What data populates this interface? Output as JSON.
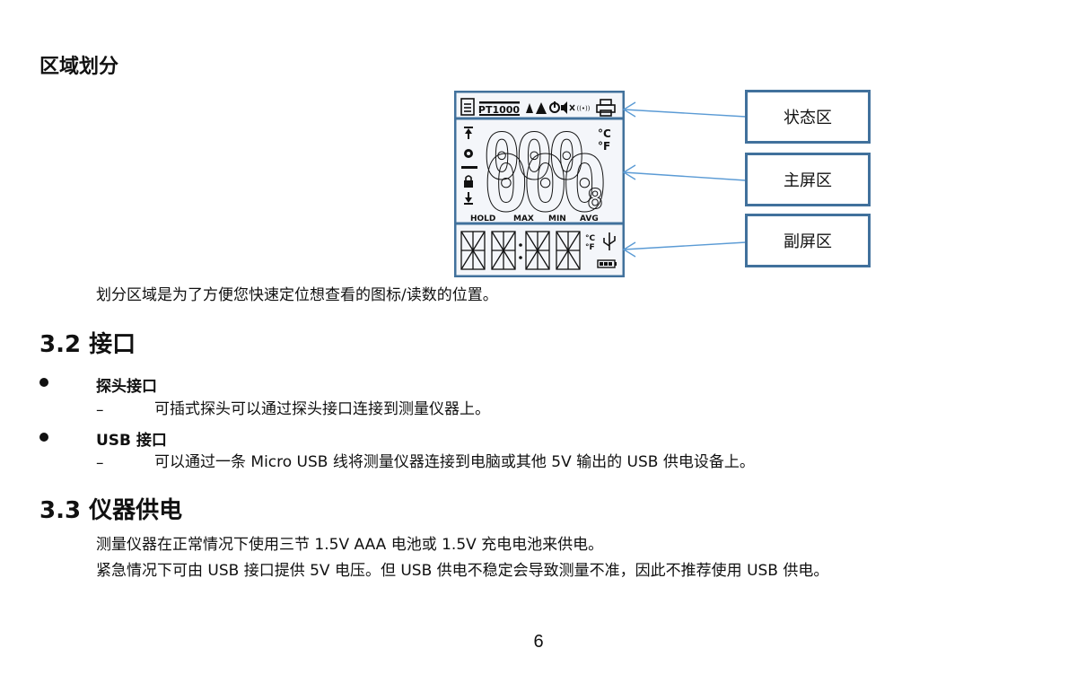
{
  "section_title": "区域划分",
  "lcd": {
    "status_labels": [
      "PT1000"
    ],
    "main_digits": "000",
    "small_digit": "8",
    "units": [
      "°C",
      "°F"
    ],
    "mode_labels": [
      "HOLD",
      "MAX",
      "MIN",
      "AVG"
    ],
    "sub_units": [
      "°C",
      "°F"
    ]
  },
  "callouts": {
    "status": "状态区",
    "main": "主屏区",
    "sub": "副屏区"
  },
  "region_desc": "划分区域是为了方便您快速定位想查看的图标/读数的位置。",
  "interface": {
    "heading": "3.2 接口",
    "items": [
      {
        "title": "探头接口",
        "dash": "–",
        "desc": "可插式探头可以通过探头接口连接到测量仪器上。"
      },
      {
        "title": "USB 接口",
        "dash": "–",
        "desc": "可以通过一条 Micro USB 线将测量仪器连接到电脑或其他 5V 输出的 USB 供电设备上。"
      }
    ]
  },
  "power": {
    "heading": "3.3 仪器供电",
    "lines": [
      "测量仪器在正常情况下使用三节 1.5V AAA 电池或 1.5V 充电电池来供电。",
      "紧急情况下可由 USB 接口提供 5V 电压。但 USB 供电不稳定会导致测量不准，因此不推荐使用 USB 供电。"
    ]
  },
  "page_number": "6",
  "colors": {
    "frame": "#41719c",
    "arrow": "#5b9bd5",
    "lcd_bg": "#f4f6fa"
  }
}
